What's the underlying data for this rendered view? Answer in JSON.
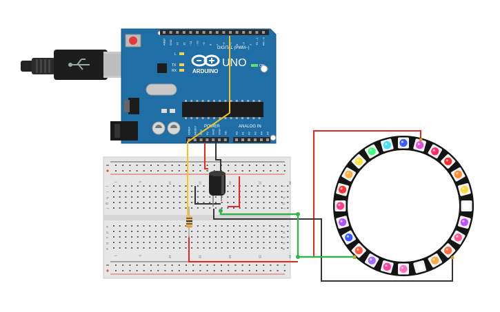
{
  "board": {
    "brand": "ARDUINO",
    "model": "UNO",
    "on_label": "ON",
    "digital_header_label": "DIGITAL (PWM~)",
    "power_label": "POWER",
    "analog_label": "ANALOG IN",
    "led_labels": [
      "L",
      "TX",
      "RX"
    ],
    "digital_pins": [
      "AREF",
      "GND",
      "13",
      "12",
      "~11",
      "~10",
      "~9",
      "8",
      "7",
      "~6",
      "~5",
      "4",
      "~3",
      "2",
      "TX→1",
      "RX←0"
    ],
    "power_pins": [
      "IOREF",
      "RESET",
      "3.3V",
      "5V",
      "GND",
      "GND",
      "Vin"
    ],
    "analog_pins": [
      "A0",
      "A1",
      "A2",
      "A3",
      "A4",
      "A5"
    ]
  },
  "breadboard": {
    "row_letters_top": [
      "j",
      "i",
      "h",
      "g",
      "f"
    ],
    "row_letters_bottom": [
      "e",
      "d",
      "c",
      "b",
      "a"
    ],
    "column_numbers": [
      "1",
      "5",
      "10",
      "15",
      "20",
      "25",
      "30"
    ]
  },
  "ring": {
    "led_count": 24,
    "led_colors": [
      "#3a5bff",
      "#e050e0",
      "#ff2a6a",
      "#ff2a2a",
      "#ff8a30",
      "#ffd83a",
      "#ffffff",
      "#c050ff",
      "#ff5a9a",
      "#ff6a40",
      "#ffaa40",
      "#ffffff",
      "#ff70c0",
      "#ff40a0",
      "#a070ff",
      "#ff5a40",
      "#3a5bff",
      "#b050ff",
      "#ff3a8a",
      "#ff3030",
      "#ffb040",
      "#ffe040",
      "#40ff80",
      "#40e0ff"
    ]
  },
  "colors": {
    "board_blue": "#1f6ea6",
    "wire_red": "#e8261f",
    "wire_black": "#333333",
    "wire_green": "#33b14a",
    "wire_yellow": "#f6c51c"
  }
}
